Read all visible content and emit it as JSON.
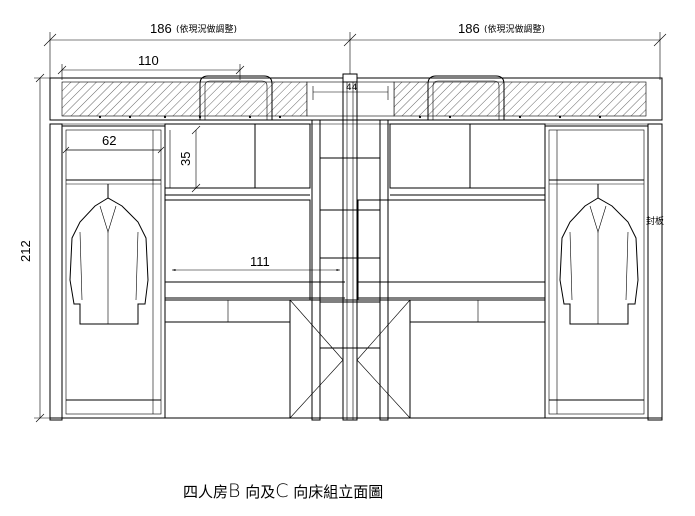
{
  "drawing": {
    "dimensions": {
      "top_left": "186",
      "top_left_note": "(依現況做調整)",
      "top_right": "186",
      "top_right_note": "(依現況做調整)",
      "mattress_width": "110",
      "shelf_height": "35",
      "desk_width": "111",
      "wardrobe_width": "62",
      "total_height": "212",
      "ladder_width": "44",
      "side_panel": "封板"
    },
    "caption": {
      "part1": "四人房",
      "letter1": "B",
      "part2": " 向及",
      "letter2": "C",
      "part3": " 向床組立面圖"
    }
  }
}
